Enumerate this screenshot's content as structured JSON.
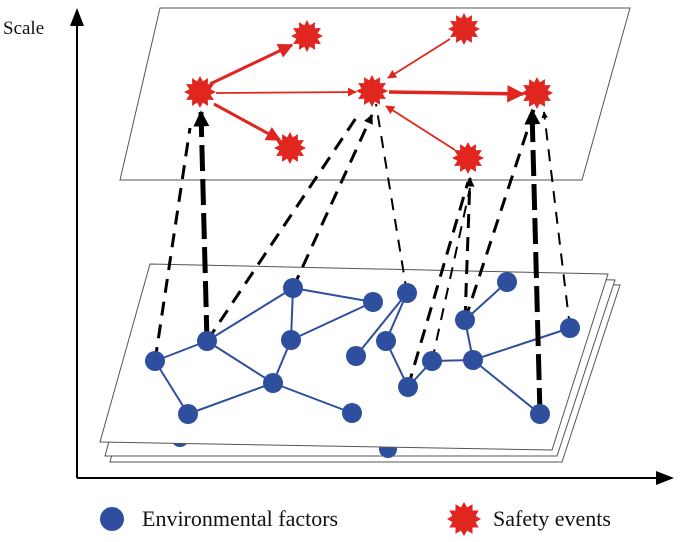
{
  "axis": {
    "y_label": "Scale"
  },
  "legend": {
    "environmental_factors": {
      "label": "Environmental factors",
      "color": "#2e4f9e"
    },
    "safety_events": {
      "label": "Safety events",
      "color": "#e0261f"
    }
  },
  "colors": {
    "node_blue": "#2e4f9e",
    "node_red": "#e0261f",
    "edge_blue": "#2e4f9e",
    "arrow_red": "#e0261f",
    "dashed": "#000000"
  }
}
